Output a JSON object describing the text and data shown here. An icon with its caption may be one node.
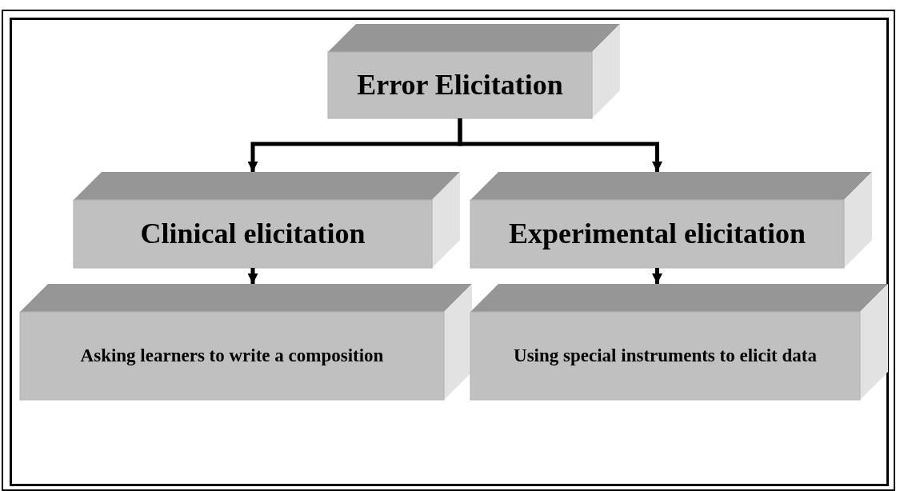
{
  "diagram": {
    "nodes": [
      {
        "text": [
          "Error Elicitation"
        ]
      },
      {
        "text": [
          "Clinical elicitation"
        ]
      },
      {
        "text": [
          "Experimental elicitation"
        ]
      },
      {
        "text": [
          "Asking learners to write a composition"
        ]
      },
      {
        "text": [
          "Using special instruments to elicit data"
        ]
      }
    ],
    "edges": [
      {
        "from": 0,
        "to": 1,
        "arrow": "to"
      },
      {
        "from": 0,
        "to": 2,
        "arrow": "to"
      },
      {
        "from": 1,
        "to": 3,
        "arrow": "to"
      },
      {
        "from": 2,
        "to": 4,
        "arrow": "to"
      }
    ]
  }
}
